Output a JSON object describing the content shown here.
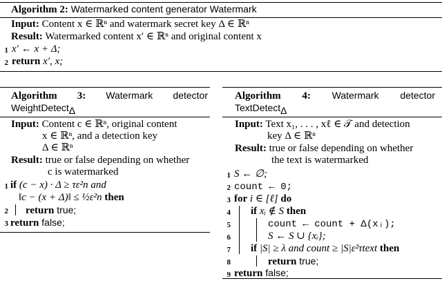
{
  "alg2": {
    "title_label": "Algorithm 2:",
    "title_name": "Watermarked content generator Watermark",
    "input_label": "Input:",
    "input_text": "Content x ∈ ℝⁿ and watermark secret key Δ ∈ ℝⁿ",
    "result_label": "Result:",
    "result_text": "Watermarked content x′ ∈ ℝⁿ and original content x",
    "lines": [
      {
        "num": "1",
        "text": "x′ ← x + Δ;"
      },
      {
        "num": "2",
        "kw": "return",
        "text": " x′, x;"
      }
    ]
  },
  "alg3": {
    "title_label": "Algorithm 3:",
    "title_rest": "Watermark detector",
    "title_name": "WeightDetect",
    "title_sub": "Δ",
    "input_label": "Input:",
    "input_lines": [
      "Content c ∈ ℝⁿ, original content",
      "x ∈ ℝⁿ, and a detection key",
      "Δ ∈ ℝⁿ"
    ],
    "result_label": "Result:",
    "result_lines": [
      "true or false depending on whether",
      "c is watermarked"
    ],
    "lines": [
      {
        "num": "1",
        "kw": "if",
        "text": " (c − x) · Δ ≥ τε²n and"
      },
      {
        "num": "",
        "text": "‖c − (x + Δ)‖ ≤ ½ε²n",
        "kw2": " then"
      },
      {
        "num": "2",
        "kw": "return",
        "text": " true;"
      },
      {
        "num": "3",
        "kw": "return",
        "text": " false;"
      }
    ]
  },
  "alg4": {
    "title_label": "Algorithm 4:",
    "title_rest": "Watermark detector",
    "title_name": "TextDetect",
    "title_sub": "Δ",
    "input_label": "Input:",
    "input_lines": [
      "Text x₁, . . . , xℓ ∈ 𝒯 and detection",
      "key Δ ∈ ℝⁿ"
    ],
    "result_label": "Result:",
    "result_lines": [
      "true or false depending on whether",
      "the text is watermarked"
    ],
    "lines": [
      {
        "num": "1",
        "text": "S ← ∅;"
      },
      {
        "num": "2",
        "text": "count ← 0;"
      },
      {
        "num": "3",
        "kw": "for",
        "text": " i ∈ [ℓ] ",
        "kw2": "do"
      },
      {
        "num": "4",
        "kw": "if",
        "text": " xᵢ ∉ S ",
        "kw2": "then"
      },
      {
        "num": "5",
        "text": "count ← count + Δ(xᵢ);"
      },
      {
        "num": "6",
        "text": "S ← S ∪ {xᵢ};"
      },
      {
        "num": "7",
        "kw": "if",
        "text": " |S| ≥ λ and count ≥ |S|ε²τtext ",
        "kw2": "then"
      },
      {
        "num": "8",
        "kw": "return",
        "text": " true;"
      },
      {
        "num": "9",
        "kw": "return",
        "text": " false;"
      }
    ]
  }
}
